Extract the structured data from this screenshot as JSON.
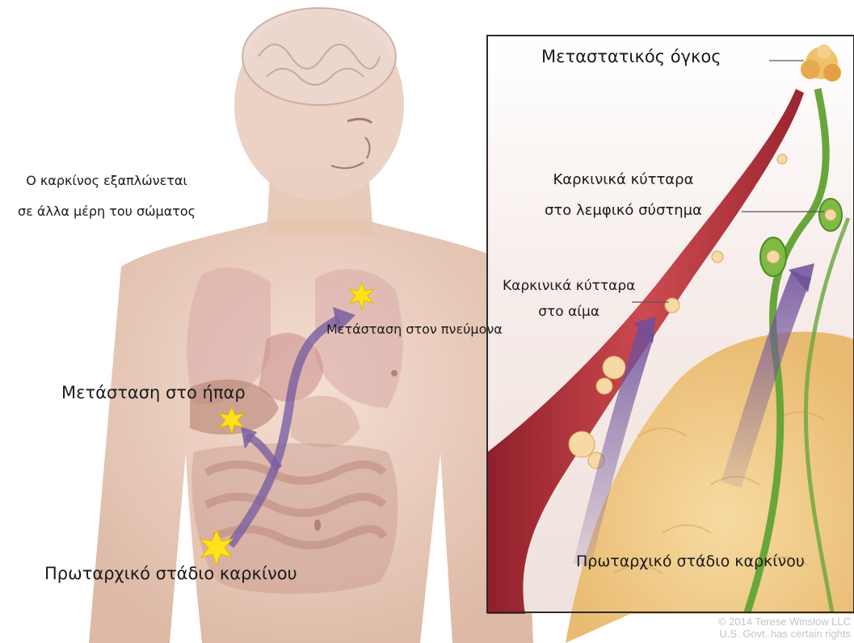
{
  "labels": {
    "spread_line1": "Ο καρκίνος εξαπλώνεται",
    "spread_line2": "σε άλλα μέρη του σώματος",
    "lung_metastasis": "Μετάσταση στον πνεύμονα",
    "liver_metastasis": "Μετάσταση στο ήπαρ",
    "primary_left": "Πρωταρχικό στάδιο καρκίνου",
    "metastatic_tumor": "Μεταστατικός όγκος",
    "lymph_line1": "Καρκινικά κύτταρα",
    "lymph_line2": "στο λεμφικό σύστημα",
    "blood_line1": "Καρκινικά κύτταρα",
    "blood_line2": "στο αίμα",
    "primary_right": "Πρωταρχικό στάδιο καρκίνου"
  },
  "credit": {
    "line1": "© 2014 Terese Winslow LLC",
    "line2": "U.S. Govt. has certain rights"
  },
  "colors": {
    "skin": "#ecd3c3",
    "vessel": "#b9323c",
    "lymph": "#69a63a",
    "arrow": "#7a5fa3",
    "star": "#ffe21a",
    "tissue": "#f2d08e"
  }
}
